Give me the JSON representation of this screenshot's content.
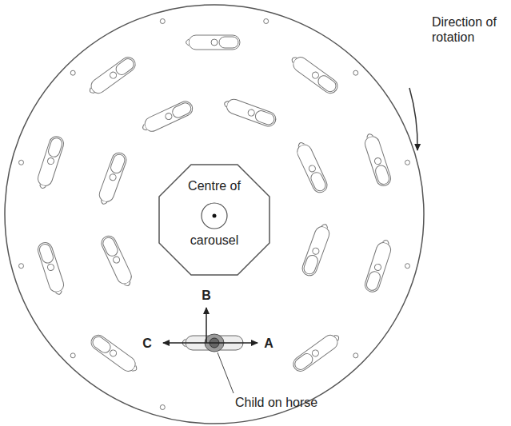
{
  "diagram": {
    "nodes": [
      {
        "text": [
          "Centre of",
          "carousel"
        ]
      }
    ],
    "labels": [
      "Direction of rotation",
      "B",
      "C",
      "A",
      "Child on horse"
    ]
  }
}
